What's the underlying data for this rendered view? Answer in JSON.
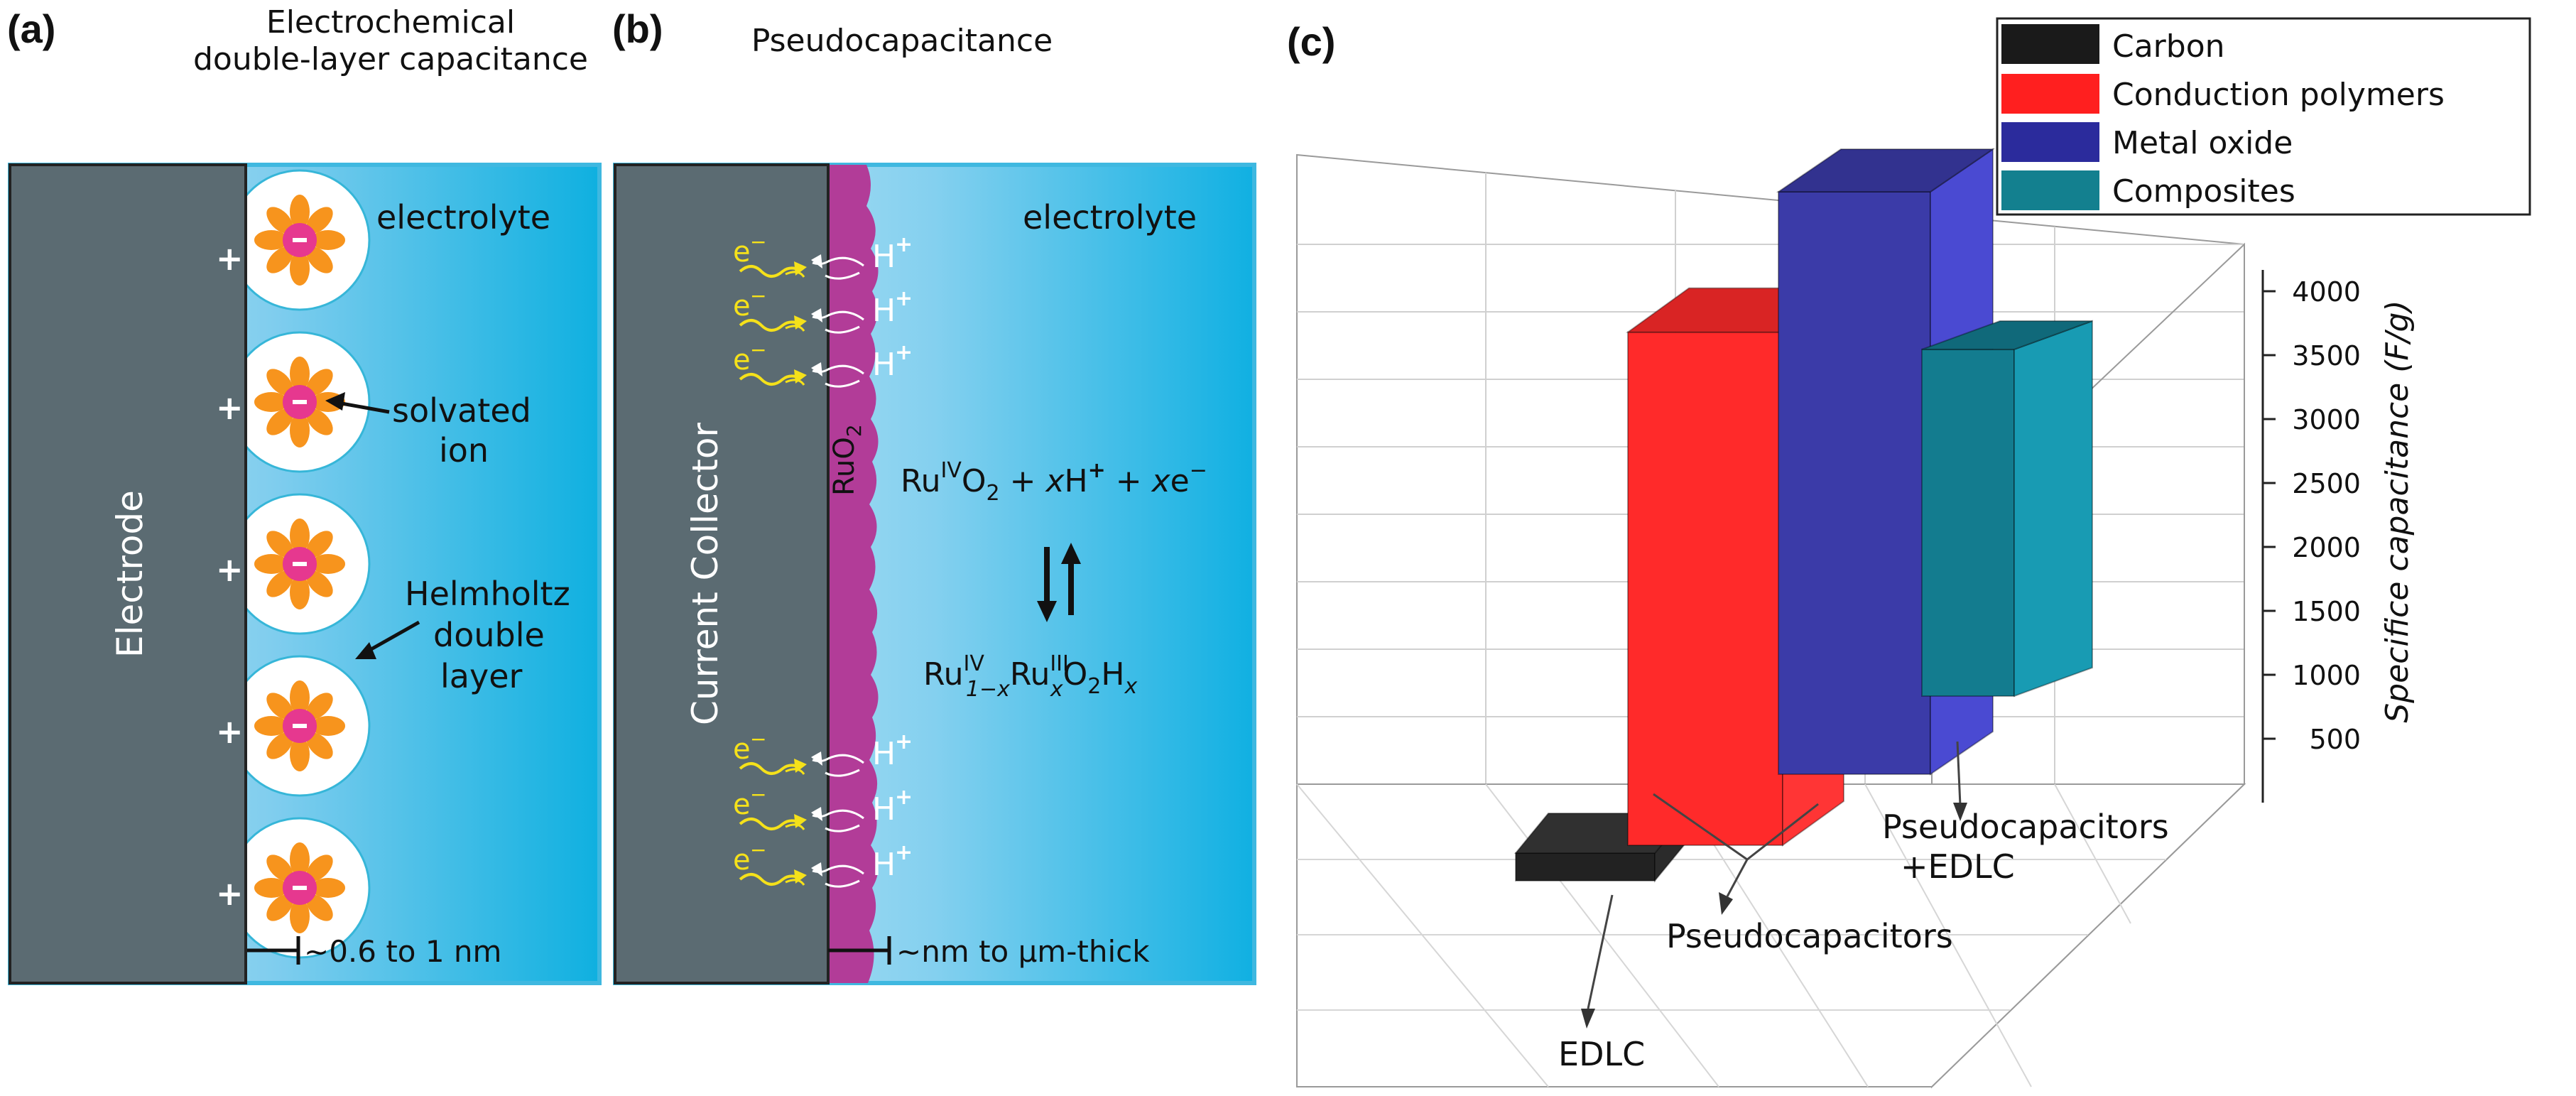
{
  "panel_a": {
    "label": "(a)",
    "title_line1": "Electrochemical",
    "title_line2": "double-layer capacitance",
    "electrode_label": "Electrode",
    "electrolyte_label": "electrolyte",
    "ion_label_1": "solvated",
    "ion_label_2": "ion",
    "helmholtz_1": "Helmholtz",
    "helmholtz_2": "double",
    "helmholtz_3": "layer",
    "plus_sign": "+",
    "minus_sign": "−",
    "scale_label": "~0.6 to 1 nm"
  },
  "panel_b": {
    "label": "(b)",
    "title": "Pseudocapacitance",
    "collector_label": "Current Collector",
    "oxide_label": "RuO",
    "oxide_sub": "2",
    "electrolyte_label": "electrolyte",
    "electron": "e",
    "electron_sup": "−",
    "proton": "H",
    "proton_sup": "+",
    "eq_top": {
      "ru": "Ru",
      "ru_ox": "IV",
      "o2": "O",
      "o2_sub": "2",
      "plus1": " + ",
      "x": "x",
      "h": "H",
      "h_sup": "+",
      "plus2": " + ",
      "x2": "x",
      "e": "e",
      "e_sup": "−"
    },
    "eq_bottom": {
      "ru1": "Ru",
      "ru1_ox": "IV",
      "ru1_sub": "1−x",
      "ru2": "Ru",
      "ru2_ox": "III",
      "ru2_sub": "x",
      "o": "O",
      "o_sub": "2",
      "h": "H",
      "h_sub": "x"
    },
    "scale_label": "~nm to μm-thick"
  },
  "panel_c": {
    "label": "(c)"
  },
  "chart_data": {
    "type": "bar",
    "title": "",
    "xlabel": "",
    "ylabel": "Specifice capacitance (F/g)",
    "ylim": [
      0,
      4000
    ],
    "yticks": [
      "500",
      "1000",
      "1500",
      "2000",
      "2500",
      "3000",
      "3500",
      "4000"
    ],
    "categories": [
      "Carbon",
      "Conduction polymers",
      "Metal oxide",
      "Composites"
    ],
    "values": [
      200,
      3700,
      4200,
      2500
    ],
    "colors": [
      "#222222",
      "#ff2a2a",
      "#3b3ba8",
      "#137c8f"
    ],
    "legend_position": "top-right",
    "legend": [
      {
        "name": "Carbon",
        "color": "#1a1a1a"
      },
      {
        "name": "Conduction polymers",
        "color": "#ff1f1f"
      },
      {
        "name": "Metal oxide",
        "color": "#2b2b9c"
      },
      {
        "name": "Composites",
        "color": "#13808f"
      }
    ],
    "annotations": [
      "EDLC",
      "Pseudocapacitors",
      "Pseudocapacitors",
      "+EDLC"
    ],
    "grid": true
  }
}
